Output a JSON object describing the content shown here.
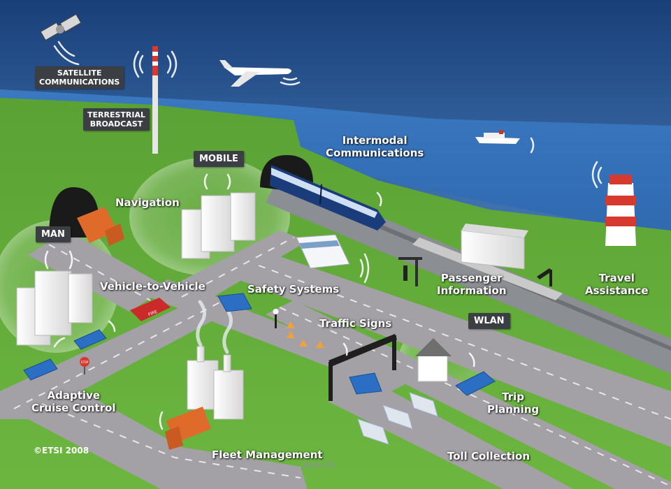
{
  "badges": {
    "satellite": [
      "SATELLITE",
      "COMMUNICATIONS"
    ],
    "terrestrial": [
      "TERRESTRIAL",
      "BROADCAST"
    ],
    "mobile": "MOBILE",
    "man": "MAN",
    "wlan": "WLAN"
  },
  "labels": {
    "intermodal": [
      "Intermodal",
      "Communications"
    ],
    "navigation": "Navigation",
    "vehicle_to_vehicle": "Vehicle-to-Vehicle",
    "safety_systems": "Safety Systems",
    "passenger_information": [
      "Passenger",
      "Information"
    ],
    "travel_assistance": [
      "Travel",
      "Assistance"
    ],
    "traffic_signs": "Traffic Signs",
    "adaptive_cruise_control": [
      "Adaptive",
      "Cruise Control"
    ],
    "trip_planning": [
      "Trip",
      "Planning"
    ],
    "fleet_management": "Fleet Management",
    "toll_collection": "Toll Collection"
  },
  "footer": {
    "copyright": "©ETSI 2008",
    "author": "Jacek Os"
  },
  "signs": {
    "stop": "STOP",
    "fire": "FIRE"
  },
  "colors": {
    "sky_top": "#1e4a86",
    "sky_bottom": "#6aa4d8",
    "sea": "#3e7cc4",
    "grass": "#5fa838",
    "road": "#a3a0a6",
    "badge": "#3b3f44",
    "truck": "#e06a2a",
    "car_blue": "#2a6fc4",
    "car_red": "#cc2a2a"
  }
}
